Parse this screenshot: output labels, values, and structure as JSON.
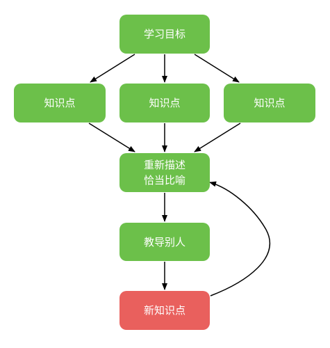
{
  "nodes": {
    "goal": {
      "label": "学习目标"
    },
    "k1": {
      "label": "知识点"
    },
    "k2": {
      "label": "知识点"
    },
    "k3": {
      "label": "知识点"
    },
    "restate": {
      "line1": "重新描述",
      "line2": "恰当比喻"
    },
    "teach": {
      "label": "教导别人"
    },
    "newk": {
      "label": "新知识点"
    }
  },
  "colors": {
    "green": "#6cc04a",
    "red": "#e9605d",
    "arrow": "#000000"
  }
}
